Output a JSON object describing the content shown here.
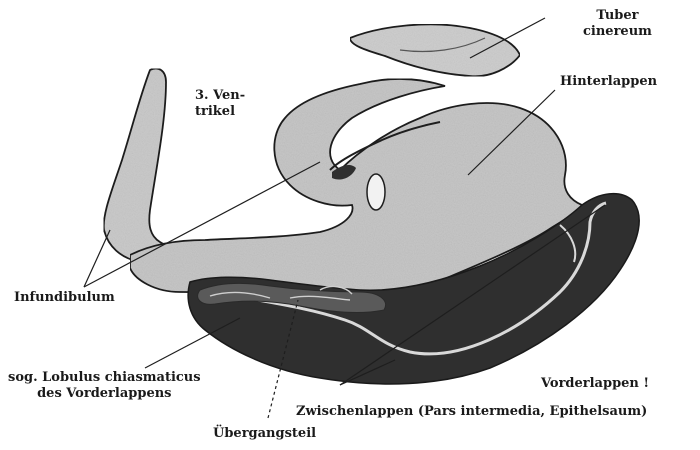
{
  "labels": {
    "tuber_cinereum": "Tuber\ncinereum",
    "ventrikel": "3. Ven-\ntrikel",
    "hinterlappen": "Hinterlappen",
    "infundibulum": "Infundibulum",
    "lobulus_chiasmaticus": "sog. Lobulus chiasmaticus\ndes Vorderlappens",
    "uebergangsteil": "Übergangsteil",
    "zwischenlappen": "Zwischenlappen (Pars intermedia, Epithelsaum)",
    "vorderlappen": "Vorderlappen !"
  },
  "colors": {
    "tissue_light": "#c7c7c7",
    "tissue_dark": "#2f2f2f",
    "outline": "#1e1e1e",
    "background": "#ffffff"
  }
}
